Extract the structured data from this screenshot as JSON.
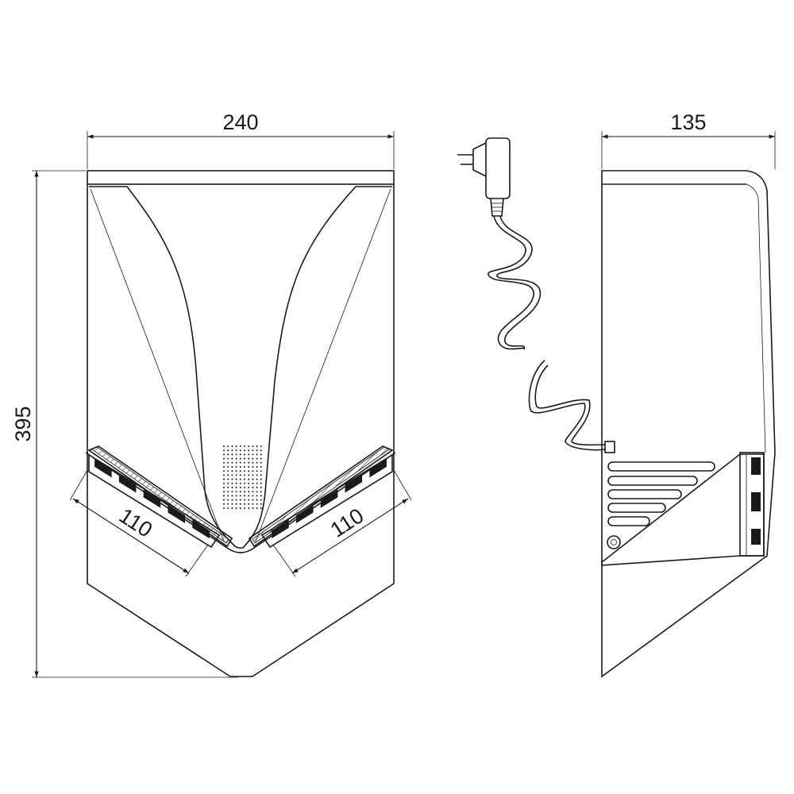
{
  "dimensions": {
    "front_width": "240",
    "height": "395",
    "side_depth": "135",
    "slot_left": "110",
    "slot_right": "110"
  },
  "colors": {
    "line": "#1a1a1a",
    "background": "#ffffff"
  }
}
